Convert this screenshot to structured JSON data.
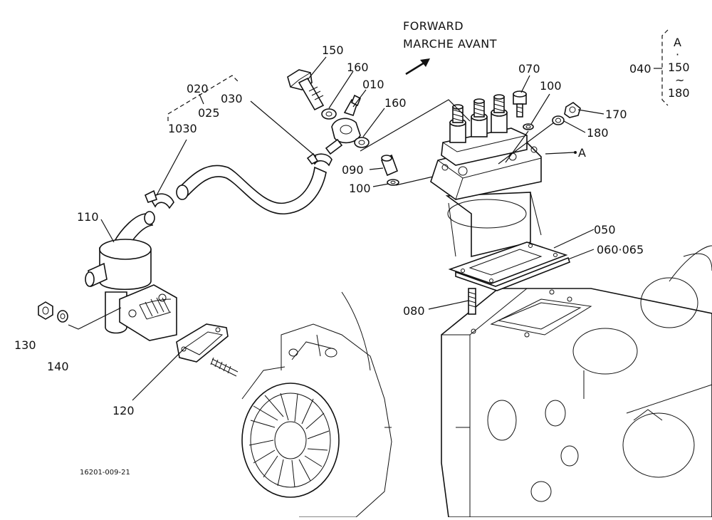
{
  "direction": {
    "line1": "FORWARD",
    "line2": "MARCHE AVANT"
  },
  "group_key": {
    "main": "040",
    "top": "A",
    "mid": "150",
    "tilde": "~",
    "bottom": "180"
  },
  "point_a": "A",
  "labels": {
    "p010": "010",
    "p020": "020",
    "p025": "025",
    "p030a": "030",
    "p030b": "1030",
    "p050": "050",
    "p060": "060·065",
    "p070": "070",
    "p080": "080",
    "p090": "090",
    "p100a": "100",
    "p100b": "100",
    "p110": "110",
    "p120": "120",
    "p130": "130",
    "p140": "140",
    "p150": "150",
    "p160a": "160",
    "p160b": "160",
    "p170": "170",
    "p180": "180"
  },
  "drawing_ref": "16201-009-21"
}
